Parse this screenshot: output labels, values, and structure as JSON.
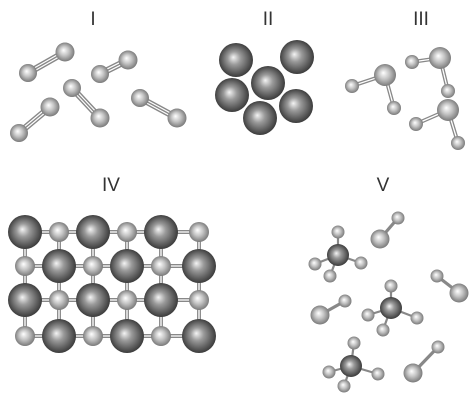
{
  "panels": [
    {
      "id": "I",
      "label": "I",
      "description_key": "diatomic-molecules"
    },
    {
      "id": "II",
      "label": "II",
      "description_key": "metal-atoms"
    },
    {
      "id": "III",
      "label": "III",
      "description_key": "bent-molecules"
    },
    {
      "id": "IV",
      "label": "IV",
      "description_key": "ionic-lattice"
    },
    {
      "id": "V",
      "label": "V",
      "description_key": "molecular-mixture"
    }
  ],
  "colors": {
    "large_atom": "#4a4a4a",
    "large_atom_highlight": "#f2f2f2",
    "small_atom": "#9a9a9a",
    "small_atom_highlight": "#ffffff",
    "bond": "#8a8a8a",
    "label": "#333333"
  }
}
